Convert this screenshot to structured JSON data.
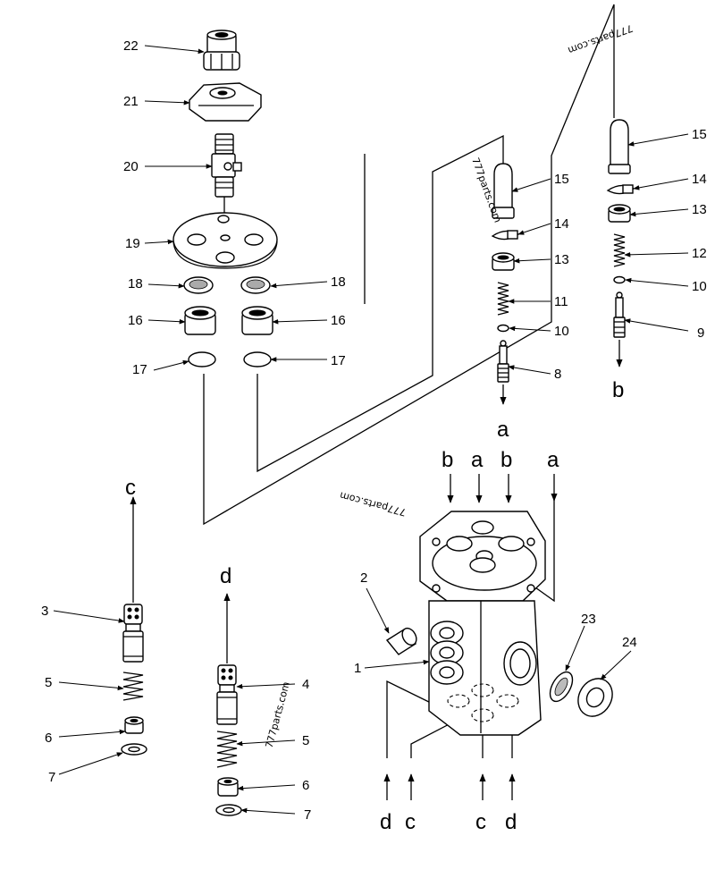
{
  "callouts": {
    "p1": "1",
    "p2": "2",
    "p3": "3",
    "p4": "4",
    "p5": "5",
    "p6": "6",
    "p7": "7",
    "p8": "8",
    "p9": "9",
    "p10": "10",
    "p11": "11",
    "p12": "12",
    "p13": "13",
    "p14": "14",
    "p15": "15",
    "p16": "16",
    "p17": "17",
    "p18": "18",
    "p19": "19",
    "p20": "20",
    "p21": "21",
    "p22": "22",
    "p23": "23",
    "p24": "24"
  },
  "ports": {
    "a": "a",
    "b": "b",
    "c": "c",
    "d": "d"
  },
  "watermark": "777parts.com"
}
